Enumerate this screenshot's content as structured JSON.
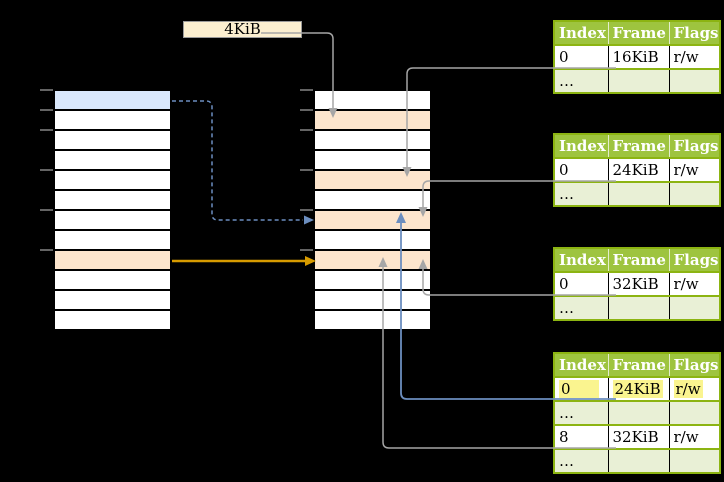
{
  "size_label": "4KiB",
  "tables": [
    {
      "id": "page-table-16kib",
      "headers": [
        "Index",
        "Frame",
        "Flags"
      ],
      "rows": [
        [
          "0",
          "16KiB",
          "r/w"
        ],
        [
          "…",
          "",
          ""
        ]
      ]
    },
    {
      "id": "page-table-24kib",
      "headers": [
        "Index",
        "Frame",
        "Flags"
      ],
      "rows": [
        [
          "0",
          "24KiB",
          "r/w"
        ],
        [
          "…",
          "",
          ""
        ]
      ]
    },
    {
      "id": "page-table-32kib",
      "headers": [
        "Index",
        "Frame",
        "Flags"
      ],
      "rows": [
        [
          "0",
          "32KiB",
          "r/w"
        ],
        [
          "…",
          "",
          ""
        ]
      ]
    },
    {
      "id": "page-table-level2",
      "headers": [
        "Index",
        "Frame",
        "Flags"
      ],
      "rows": [
        [
          "0",
          "24KiB",
          "r/w"
        ],
        [
          "…",
          "",
          ""
        ],
        [
          "8",
          "32KiB",
          "r/w"
        ],
        [
          "…",
          "",
          ""
        ]
      ],
      "highlighted_row": 0
    }
  ],
  "colors": {
    "background": "#000000",
    "page_blue": "#DAE8FC",
    "frame_orange": "#FCE5CD",
    "label_cream": "#FCEFD0",
    "table_header_green": "#9EC43F",
    "table_row_green": "#E9F0D6",
    "table_border_green": "#8CB412",
    "highlight_yellow": "#FAF48F",
    "arrow_gray": "#A6A6A6",
    "arrow_blue": "#6C8EBF",
    "arrow_orange": "#D79B00"
  }
}
